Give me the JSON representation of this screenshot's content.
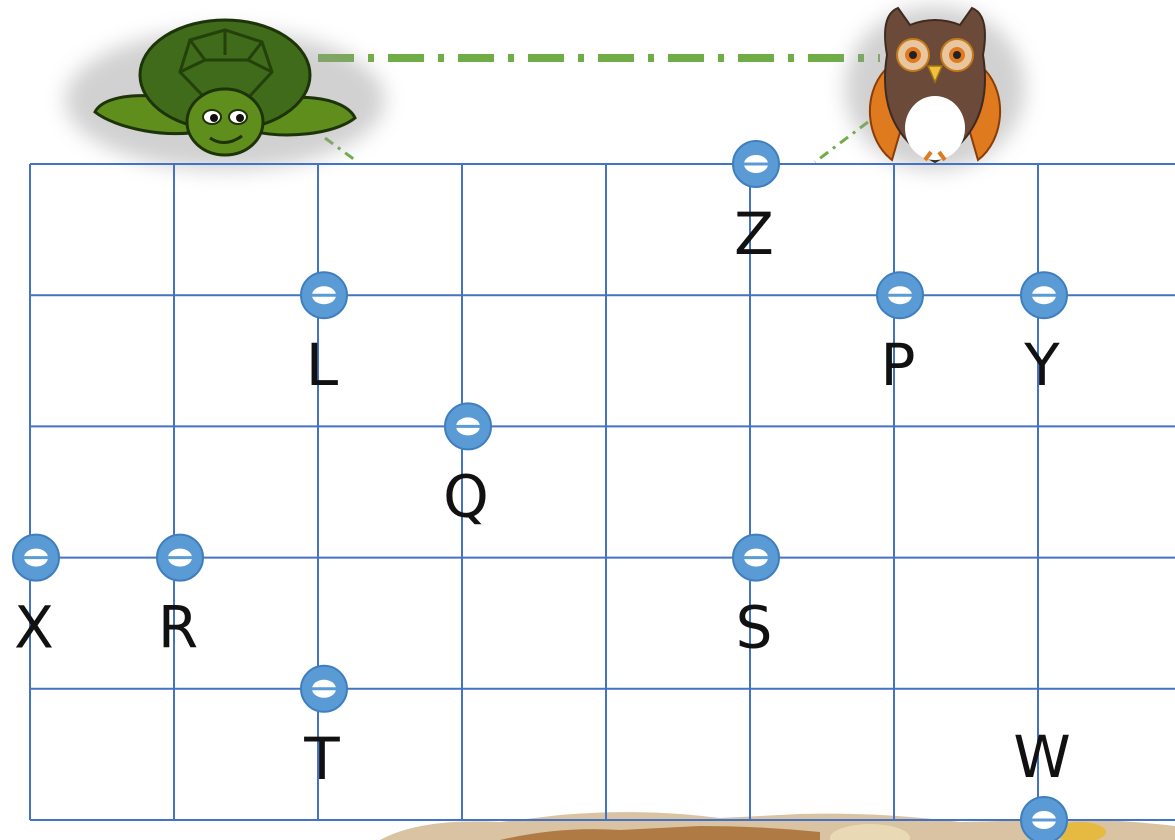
{
  "grid": {
    "columns": 8,
    "rows": 5,
    "line_color": "#4472c4"
  },
  "points": [
    {
      "label": "Z",
      "col": 5,
      "row": 0
    },
    {
      "label": "L",
      "col": 2,
      "row": 1
    },
    {
      "label": "P",
      "col": 6,
      "row": 1
    },
    {
      "label": "Y",
      "col": 7,
      "row": 1
    },
    {
      "label": "Q",
      "col": 3,
      "row": 2
    },
    {
      "label": "X",
      "col": 0,
      "row": 3
    },
    {
      "label": "R",
      "col": 1,
      "row": 3
    },
    {
      "label": "S",
      "col": 5,
      "row": 3
    },
    {
      "label": "T",
      "col": 2,
      "row": 4
    },
    {
      "label": "W",
      "col": 7,
      "row": 5
    }
  ],
  "marker": {
    "fill": "#5b9bd5",
    "outline": "#3f7fbf"
  },
  "characters": [
    {
      "name": "turtle-icon",
      "shell_color": "#3f6b1a",
      "body_color": "#5f8e1d"
    },
    {
      "name": "owl-icon",
      "body_color": "#6b4a3a",
      "wing_color": "#e07a1f"
    }
  ],
  "dash_line_color": "#70ad47"
}
